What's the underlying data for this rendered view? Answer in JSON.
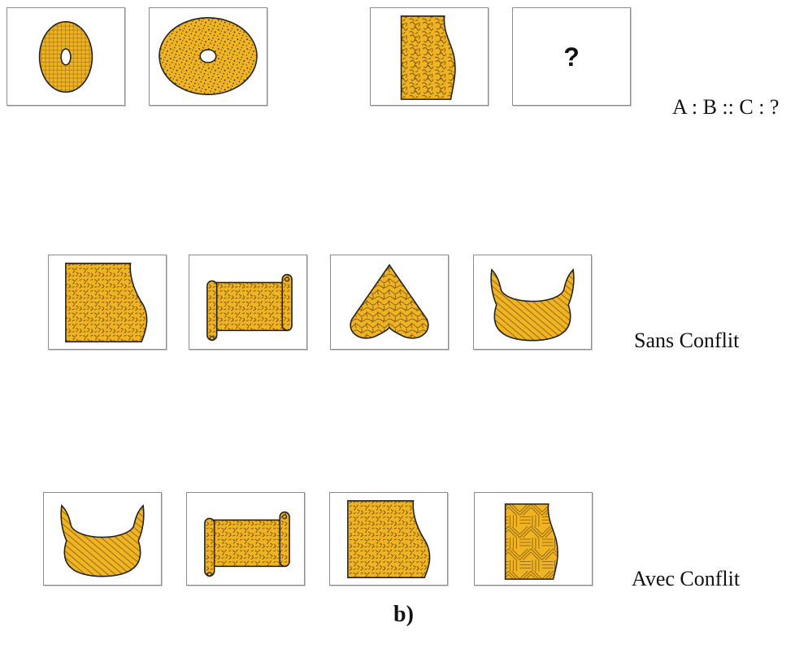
{
  "analogy": {
    "placeholder_symbol": "?",
    "relation_label": "A : B :: C : ?"
  },
  "rows": {
    "sans_conflit_label": "Sans Conflit",
    "avec_conflit_label": "Avec Conflit"
  },
  "caption": "b)",
  "colors": {
    "fill": "#f0b321",
    "outline": "#222222",
    "border": "#8c8c8c"
  }
}
